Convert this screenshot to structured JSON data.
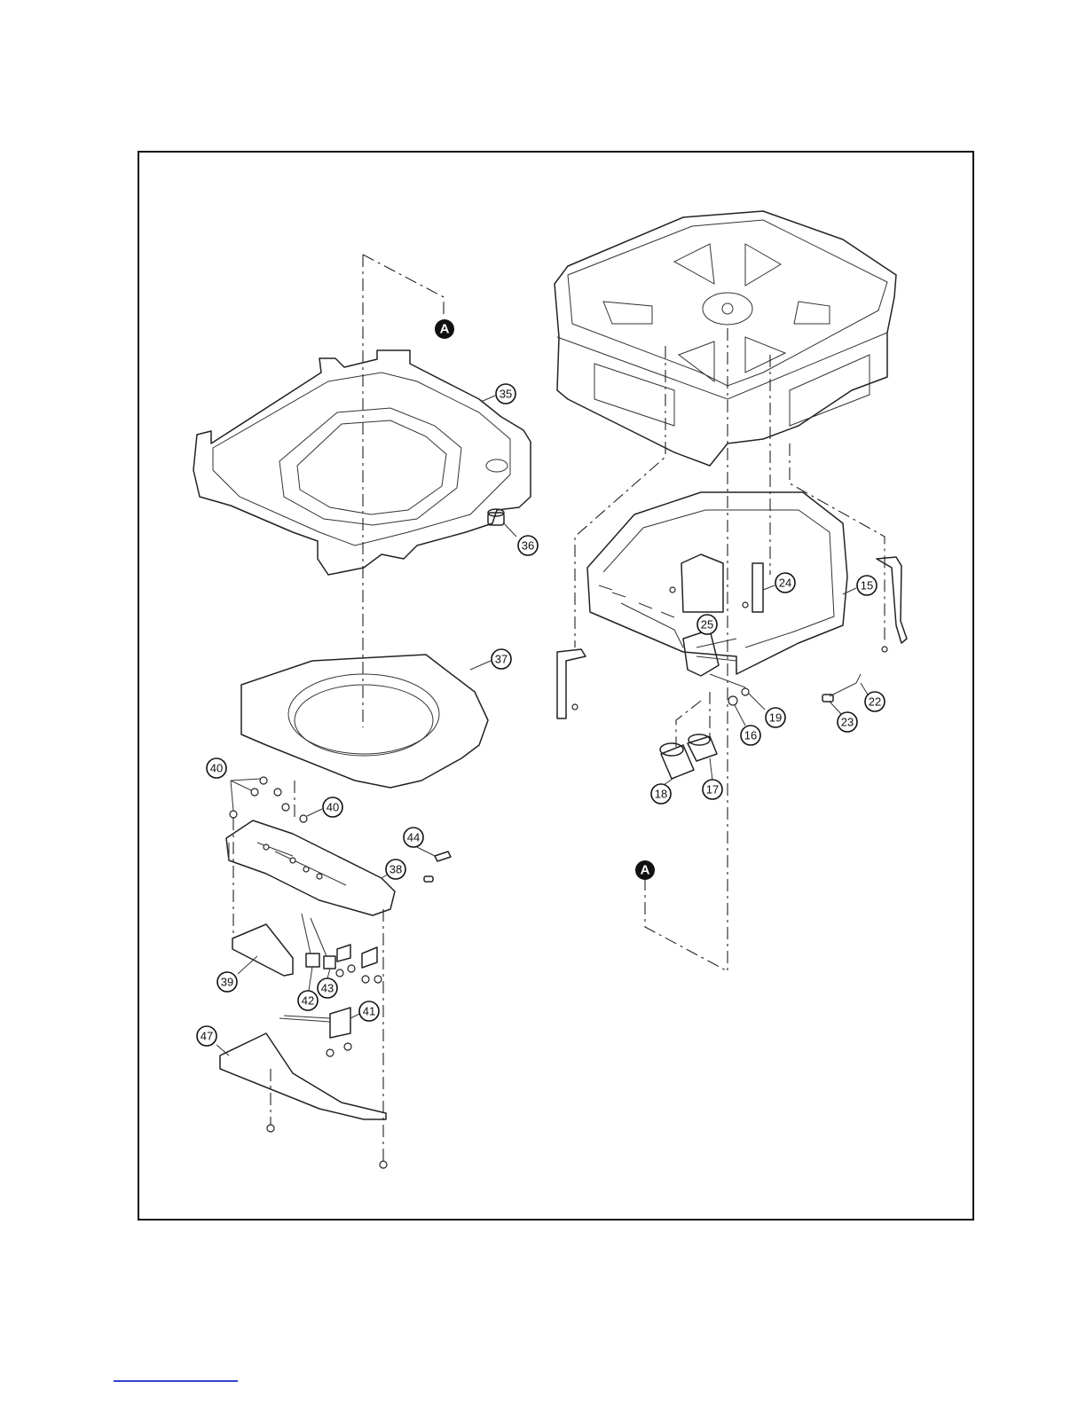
{
  "figure": {
    "reference_markers": [
      "A",
      "A"
    ],
    "callouts": [
      {
        "id": "c35",
        "label": "35"
      },
      {
        "id": "c36",
        "label": "36"
      },
      {
        "id": "c37",
        "label": "37"
      },
      {
        "id": "c40a",
        "label": "40"
      },
      {
        "id": "c40b",
        "label": "40"
      },
      {
        "id": "c44",
        "label": "44"
      },
      {
        "id": "c38",
        "label": "38"
      },
      {
        "id": "c39",
        "label": "39"
      },
      {
        "id": "c42",
        "label": "42"
      },
      {
        "id": "c43",
        "label": "43"
      },
      {
        "id": "c41",
        "label": "41"
      },
      {
        "id": "c47",
        "label": "47"
      },
      {
        "id": "c24",
        "label": "24"
      },
      {
        "id": "c15",
        "label": "15"
      },
      {
        "id": "c25",
        "label": "25"
      },
      {
        "id": "c22",
        "label": "22"
      },
      {
        "id": "c23",
        "label": "23"
      },
      {
        "id": "c19",
        "label": "19"
      },
      {
        "id": "c16",
        "label": "16"
      },
      {
        "id": "c18",
        "label": "18"
      },
      {
        "id": "c17",
        "label": "17"
      }
    ]
  },
  "colors": {
    "line": "#222222",
    "frame": "#111111",
    "link": "#3344cc"
  }
}
